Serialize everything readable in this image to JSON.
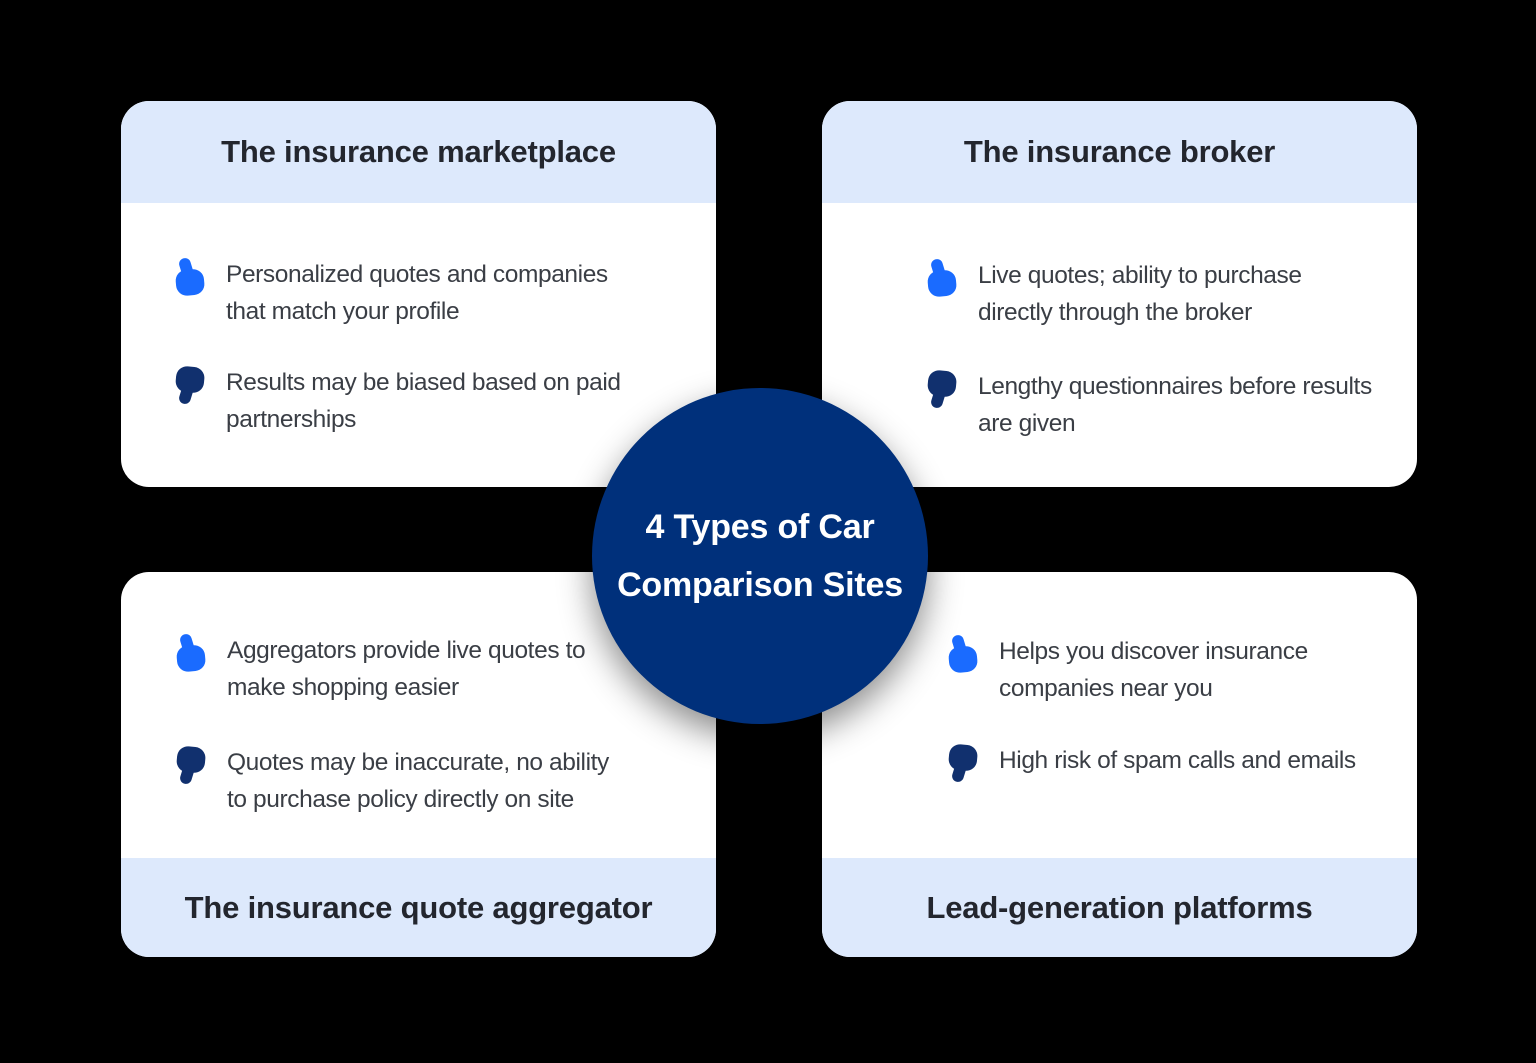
{
  "canvas": {
    "background": "#000000"
  },
  "center_badge": {
    "line1": "4 Types of Car",
    "line2": "Comparison Sites",
    "bg_color": "#00307b",
    "text_color": "#ffffff"
  },
  "colors": {
    "card_bg": "#ffffff",
    "band_bg": "#dde9fc",
    "title_text": "#23262e",
    "body_text": "#3a3e45",
    "thumbs_up_blue": "#1a6bff",
    "thumbs_down_navy": "#11306e"
  },
  "cards": {
    "marketplace": {
      "title": "The insurance marketplace",
      "pro": {
        "line1": "Personalized quotes and companies",
        "line2": "that match your profile"
      },
      "con": {
        "line1": "Results may be biased based on paid",
        "line2": "partnerships"
      }
    },
    "broker": {
      "title": "The insurance broker",
      "pro": {
        "line1": "Live quotes; ability to purchase",
        "line2": "directly through the broker"
      },
      "con": {
        "line1": "Lengthy questionnaires before results",
        "line2": "are given"
      }
    },
    "aggregator": {
      "title": "The insurance quote aggregator",
      "pro": {
        "line1": "Aggregators provide live quotes to",
        "line2": "make shopping easier"
      },
      "con": {
        "line1": "Quotes may be inaccurate, no ability",
        "line2": "to purchase policy directly on site"
      }
    },
    "leadgen": {
      "title": "Lead-generation platforms",
      "pro": {
        "line1": "Helps you discover insurance",
        "line2": "companies near you"
      },
      "con": {
        "line1": "High risk of spam calls and emails",
        "line2": ""
      }
    }
  },
  "icons": {
    "pro": "thumbs-up-icon",
    "con": "thumbs-down-icon"
  }
}
